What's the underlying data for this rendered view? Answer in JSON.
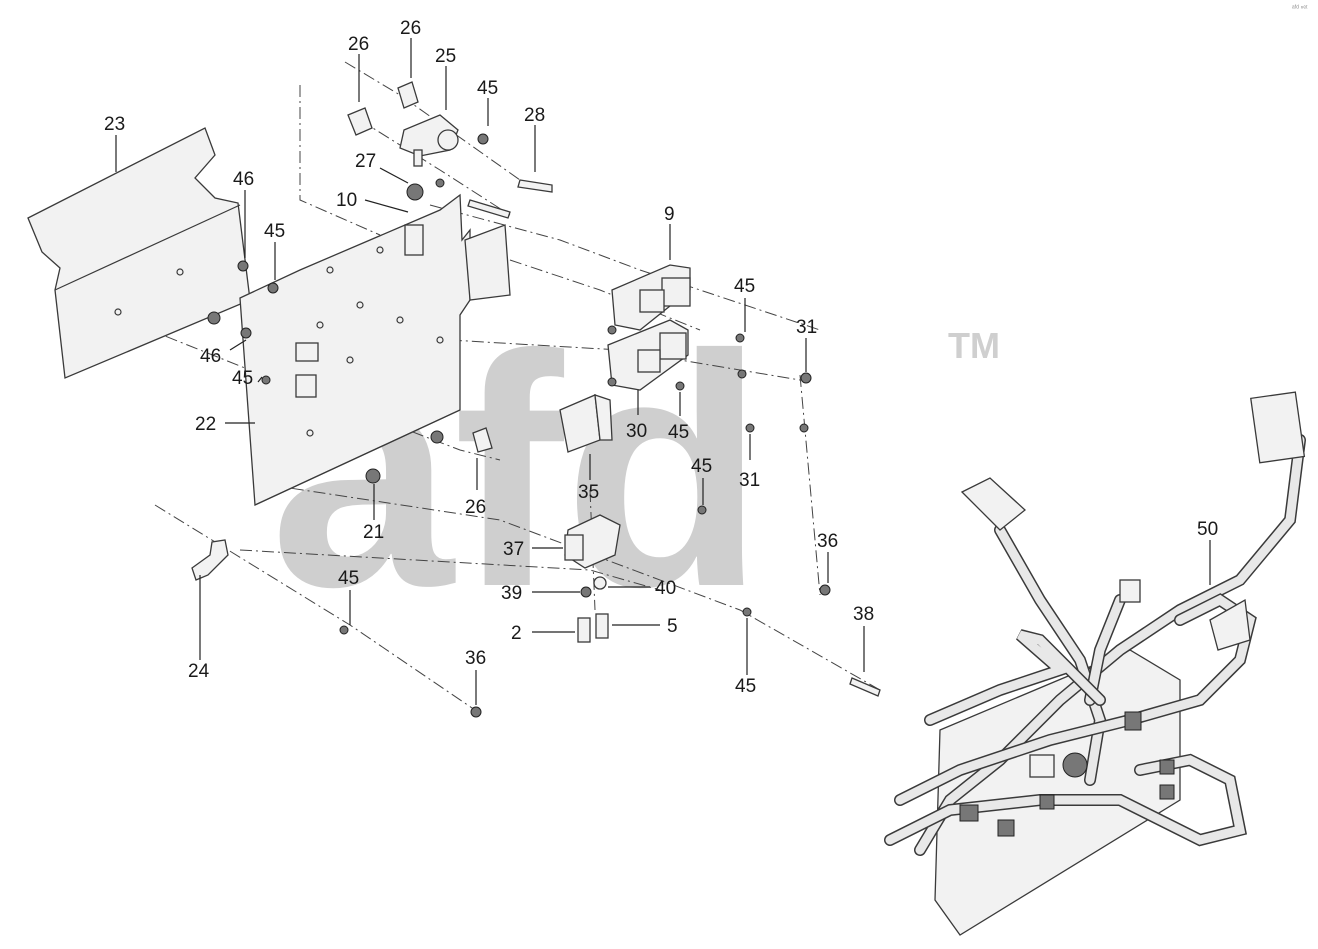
{
  "watermark": {
    "text": "afd",
    "tm": "TM",
    "corner_mark": "ᵃᶠᵈ ⁿᵉᵗ"
  },
  "callouts": [
    {
      "key": "c23",
      "label": "23"
    },
    {
      "key": "c26a",
      "label": "26"
    },
    {
      "key": "c26b",
      "label": "26"
    },
    {
      "key": "c25",
      "label": "25"
    },
    {
      "key": "c45a",
      "label": "45"
    },
    {
      "key": "c28",
      "label": "28"
    },
    {
      "key": "c27",
      "label": "27"
    },
    {
      "key": "c10",
      "label": "10"
    },
    {
      "key": "c46a",
      "label": "46"
    },
    {
      "key": "c45b",
      "label": "45"
    },
    {
      "key": "c9",
      "label": "9"
    },
    {
      "key": "c45c",
      "label": "45"
    },
    {
      "key": "c31a",
      "label": "31"
    },
    {
      "key": "c46b",
      "label": "46"
    },
    {
      "key": "c45d",
      "label": "45"
    },
    {
      "key": "c22",
      "label": "22"
    },
    {
      "key": "c30",
      "label": "30"
    },
    {
      "key": "c45e",
      "label": "45"
    },
    {
      "key": "c31b",
      "label": "31"
    },
    {
      "key": "c45f",
      "label": "45"
    },
    {
      "key": "c35",
      "label": "35"
    },
    {
      "key": "c21",
      "label": "21"
    },
    {
      "key": "c26c",
      "label": "26"
    },
    {
      "key": "c37",
      "label": "37"
    },
    {
      "key": "c36a",
      "label": "36"
    },
    {
      "key": "c50",
      "label": "50"
    },
    {
      "key": "c39",
      "label": "39"
    },
    {
      "key": "c40",
      "label": "40"
    },
    {
      "key": "c45g",
      "label": "45"
    },
    {
      "key": "c2",
      "label": "2"
    },
    {
      "key": "c5",
      "label": "5"
    },
    {
      "key": "c38",
      "label": "38"
    },
    {
      "key": "c24",
      "label": "24"
    },
    {
      "key": "c36b",
      "label": "36"
    },
    {
      "key": "c45h",
      "label": "45"
    }
  ]
}
